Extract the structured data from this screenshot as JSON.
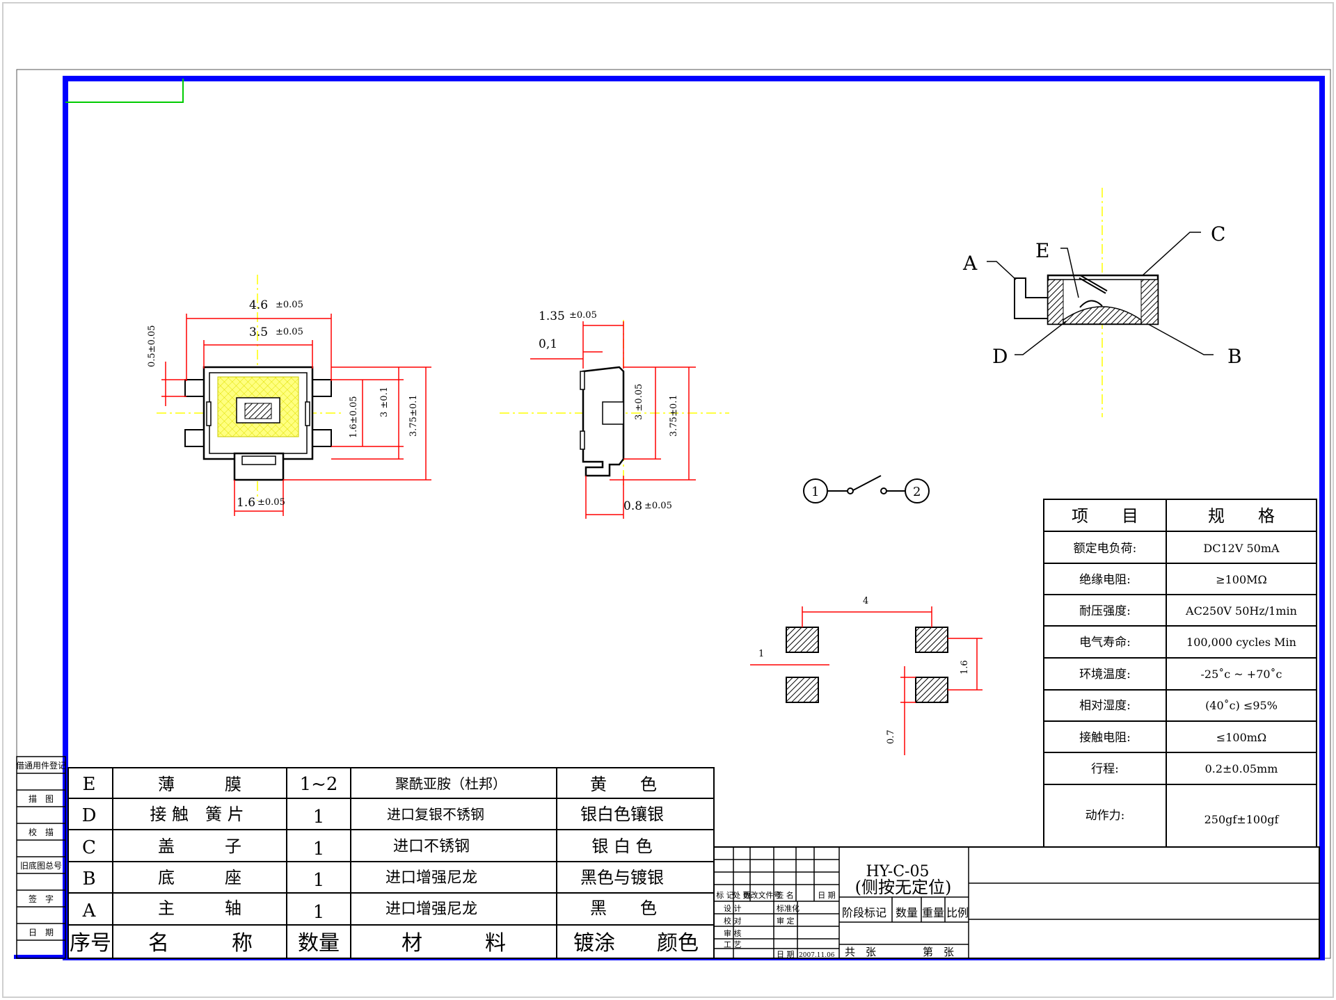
{
  "drawing": {
    "part_number": "HY-C-05",
    "part_name": "(侧按无定位)",
    "date": "2007.11.06"
  },
  "front_view": {
    "dim_overall_width": "4.6",
    "tol_overall_width": "±0.05",
    "dim_body_width": "3.5",
    "tol_body_width": "±0.05",
    "dim_terminal": "0.5±0.05",
    "dim_center": "1.6±0.05",
    "dim_body_height": "3 ±0.1",
    "dim_overall_height": "3.75±0.1",
    "dim_actuator": "1.6",
    "tol_actuator": "±0.05"
  },
  "side_view": {
    "dim_top": "1.35",
    "tol_top": "±0.05",
    "dim_gap": "0,1",
    "dim_body": "3 ±0.05",
    "dim_overall": "3.75±0.1",
    "dim_bottom": "0.8",
    "tol_bottom": "±0.05"
  },
  "section_labels": [
    "A",
    "B",
    "C",
    "D",
    "E"
  ],
  "switch_symbol": {
    "pin1": "1",
    "pin2": "2"
  },
  "pad_layout": {
    "pitch": "4",
    "pad_width": "1",
    "pad_height": "1.6",
    "pad_gap": "0.7"
  },
  "spec_table": {
    "header": [
      "项　　目",
      "规　　格"
    ],
    "rows": [
      [
        "额定电负荷:",
        "DC12V  50mA"
      ],
      [
        "绝缘电阻:",
        "≥100MΩ"
      ],
      [
        "耐压强度:",
        "AC250V   50Hz/1min"
      ],
      [
        "电气寿命:",
        "100,000 cycles Min"
      ],
      [
        "环境温度:",
        "-25˚c ~ +70˚c"
      ],
      [
        "相对湿度:",
        "(40˚c) ≤95%"
      ],
      [
        "接触电阻:",
        "≤100mΩ"
      ],
      [
        "行程:",
        "0.2±0.05mm"
      ],
      [
        "动作力:",
        "250gf±100gf"
      ]
    ]
  },
  "bom": {
    "header": [
      "序号",
      "名　　　称",
      "数量",
      "材　　　料",
      "镀涂　　颜色"
    ],
    "rows": [
      [
        "E",
        "薄　　　膜",
        "1~2",
        "聚酰亚胺（杜邦）",
        "黄　　色"
      ],
      [
        "D",
        "接 触　簧 片",
        "1",
        "进口复银不锈钢",
        "银白色镶银"
      ],
      [
        "C",
        "盖　　　子",
        "1",
        "进口不锈钢",
        "银 白 色"
      ],
      [
        "B",
        "底　　　座",
        "1",
        "进口增强尼龙",
        "黑色与镀银"
      ],
      [
        "A",
        "主　　　轴",
        "1",
        "进口增强尼龙",
        "黑　　色"
      ]
    ]
  },
  "left_strip": [
    "借通用件登记",
    "描　图",
    "校　描",
    "旧底图总号",
    "签　字",
    "日　期"
  ],
  "title_block": {
    "rev_headers": [
      "标 记",
      "处 数",
      "更改文件号",
      "签 名",
      "日 期"
    ],
    "roles": [
      "设 计",
      "校 对",
      "审 核",
      "工 艺"
    ],
    "roles2": [
      "标准化",
      "审 定",
      "日 期"
    ],
    "stage_headers": [
      "阶段标记",
      "数量",
      "重量",
      "比例"
    ],
    "sheet_total": "共　张",
    "sheet_no": "第　张"
  },
  "colors": {
    "frame": "#0000ff",
    "dimension": "#ff0000",
    "centerline": "#ffff00",
    "film": "#ffff80"
  }
}
